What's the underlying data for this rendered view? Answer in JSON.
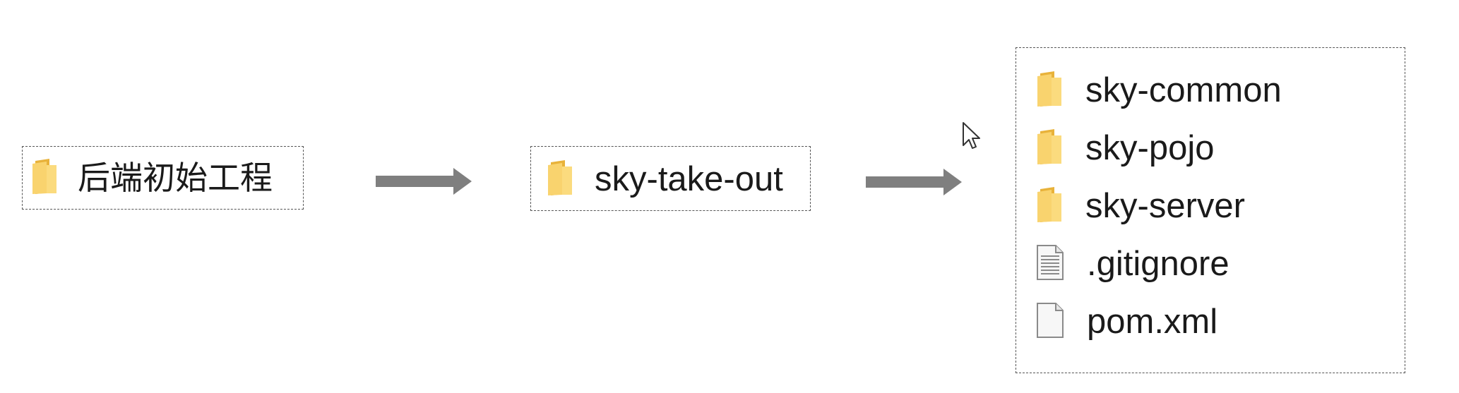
{
  "source_node": {
    "icon": "folder-icon",
    "label": "后端初始工程"
  },
  "project_node": {
    "icon": "folder-icon",
    "label": "sky-take-out"
  },
  "contents_node": {
    "items": [
      {
        "icon": "folder-icon",
        "label": "sky-common"
      },
      {
        "icon": "folder-icon",
        "label": "sky-pojo"
      },
      {
        "icon": "folder-icon",
        "label": "sky-server"
      },
      {
        "icon": "text-file-icon",
        "label": ".gitignore"
      },
      {
        "icon": "blank-file-icon",
        "label": "pom.xml"
      }
    ]
  },
  "colors": {
    "folder_front": "#F9D36E",
    "folder_back": "#E8B23A",
    "folder_fold": "#F4C24F",
    "arrow": "#7F7F7F",
    "border": "#555555",
    "text": "#1A1A1A"
  }
}
